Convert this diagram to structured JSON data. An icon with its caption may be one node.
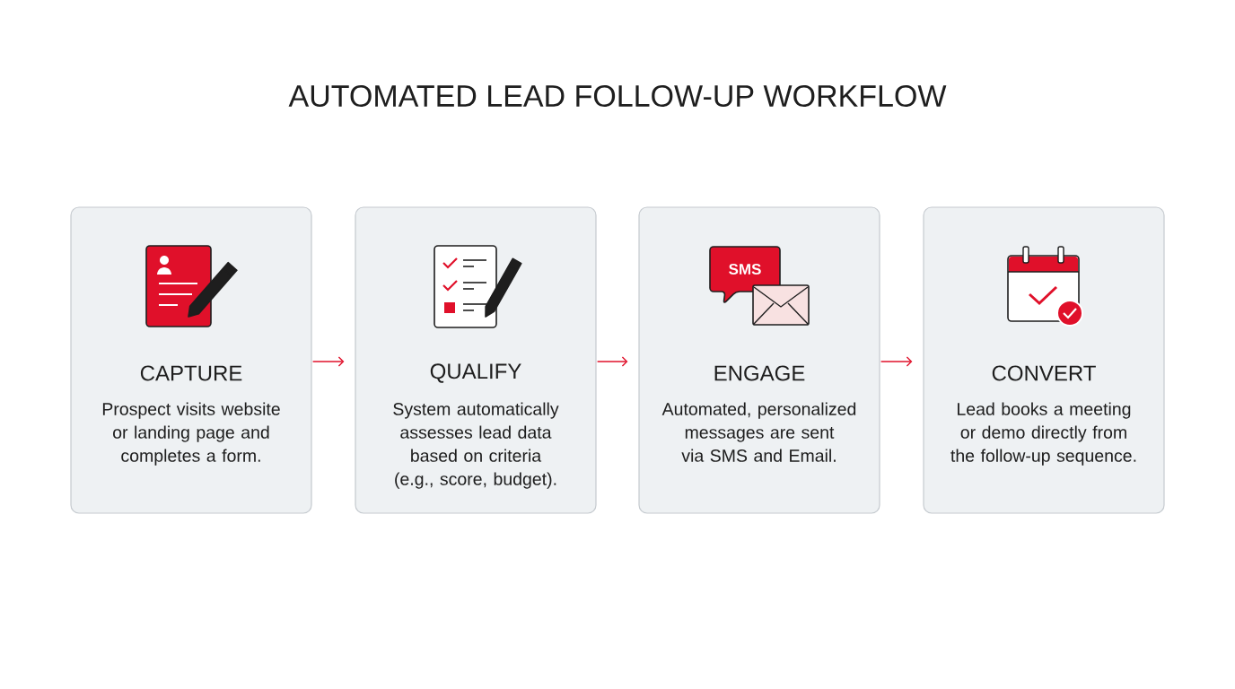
{
  "diagram": {
    "title": "AUTOMATED LEAD FOLLOW-UP WORKFLOW",
    "nodes": [
      {
        "text": [
          "CAPTURE",
          "Prospect visits website or landing page and completes a form."
        ]
      },
      {
        "text": [
          "QUALIFY",
          "System automatically assesses lead data based on criteria (e.g., score, budget)."
        ]
      },
      {
        "text": [
          "ENGAGE",
          "Automated, personalized messages are sent via SMS and Email."
        ]
      },
      {
        "text": [
          "CONVERT",
          "Lead books a meeting or demo directly from the follow-up sequence."
        ]
      }
    ],
    "edges": [
      {
        "from": 0,
        "to": 1,
        "arrow": "to"
      },
      {
        "from": 1,
        "to": 2,
        "arrow": "to"
      },
      {
        "from": 2,
        "to": 3,
        "arrow": "to"
      }
    ],
    "labels": [
      "SMS"
    ]
  }
}
